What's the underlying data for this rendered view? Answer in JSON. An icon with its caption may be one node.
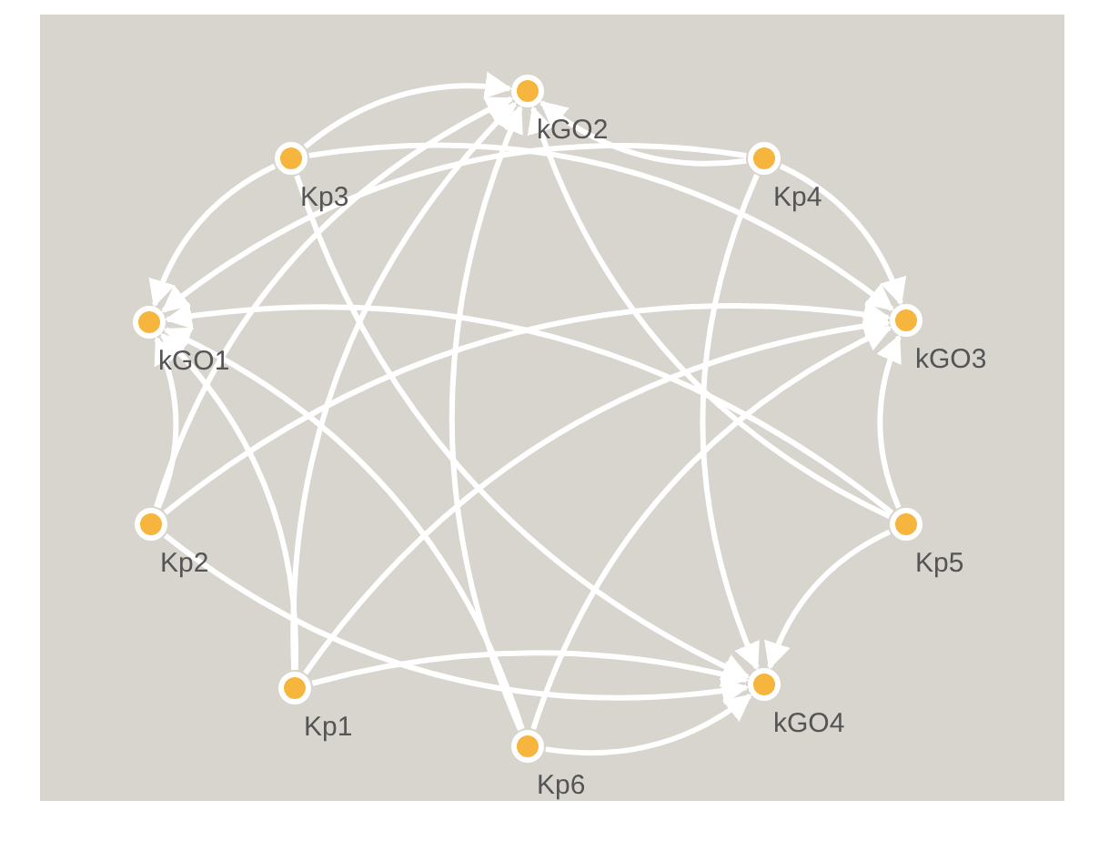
{
  "diagram": {
    "nodes": [
      {
        "text": [
          "kGO2"
        ]
      },
      {
        "text": [
          "Kp3"
        ]
      },
      {
        "text": [
          "Kp4"
        ]
      },
      {
        "text": [
          "kGO1"
        ]
      },
      {
        "text": [
          "kGO3"
        ]
      },
      {
        "text": [
          "Kp2"
        ]
      },
      {
        "text": [
          "Kp5"
        ]
      },
      {
        "text": [
          "Kp1"
        ]
      },
      {
        "text": [
          "kGO4"
        ]
      },
      {
        "text": [
          "Kp6"
        ]
      }
    ],
    "edges": [
      {
        "from": 1,
        "to": 0,
        "arrow": "to"
      },
      {
        "from": 1,
        "to": 3,
        "arrow": "to"
      },
      {
        "from": 1,
        "to": 4,
        "arrow": "to"
      },
      {
        "from": 1,
        "to": 8,
        "arrow": "to"
      },
      {
        "from": 2,
        "to": 0,
        "arrow": "to"
      },
      {
        "from": 2,
        "to": 3,
        "arrow": "to"
      },
      {
        "from": 2,
        "to": 4,
        "arrow": "to"
      },
      {
        "from": 2,
        "to": 8,
        "arrow": "to"
      },
      {
        "from": 5,
        "to": 0,
        "arrow": "to"
      },
      {
        "from": 5,
        "to": 3,
        "arrow": "to"
      },
      {
        "from": 5,
        "to": 4,
        "arrow": "to"
      },
      {
        "from": 5,
        "to": 8,
        "arrow": "to"
      },
      {
        "from": 6,
        "to": 0,
        "arrow": "to"
      },
      {
        "from": 6,
        "to": 3,
        "arrow": "to"
      },
      {
        "from": 6,
        "to": 4,
        "arrow": "to"
      },
      {
        "from": 6,
        "to": 8,
        "arrow": "to"
      },
      {
        "from": 7,
        "to": 0,
        "arrow": "to"
      },
      {
        "from": 7,
        "to": 3,
        "arrow": "to"
      },
      {
        "from": 7,
        "to": 4,
        "arrow": "to"
      },
      {
        "from": 7,
        "to": 8,
        "arrow": "to"
      },
      {
        "from": 9,
        "to": 0,
        "arrow": "to"
      },
      {
        "from": 9,
        "to": 3,
        "arrow": "to"
      },
      {
        "from": 9,
        "to": 4,
        "arrow": "to"
      },
      {
        "from": 9,
        "to": 8,
        "arrow": "to"
      }
    ]
  }
}
